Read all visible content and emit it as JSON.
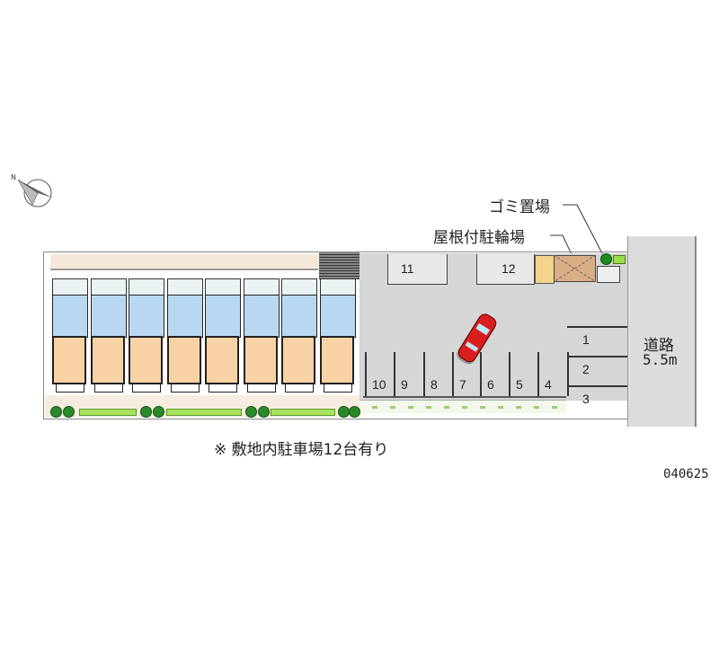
{
  "labels": {
    "garbage": "ゴミ置場",
    "bike_shelter": "屋根付駐輪場",
    "road_name": "道路",
    "road_width": "5.5m",
    "note": "※ 敷地内駐車場12台有り",
    "code": "040625"
  },
  "parking": {
    "bottom_row": [
      "10",
      "9",
      "8",
      "7",
      "6",
      "5",
      "4"
    ],
    "right_column": [
      "1",
      "2",
      "3"
    ],
    "top_row": [
      "11",
      "12"
    ]
  },
  "building": {
    "unit_count": 8
  },
  "colors": {
    "room": "#f7d2a4",
    "wet": "#b8d8f2",
    "lot": "#d6d6d6",
    "road": "#dcdcdc",
    "car": "#d81e1e",
    "green": "#2a8a2a"
  },
  "icons": {
    "compass": "north-arrow-icon",
    "car": "car-icon"
  }
}
